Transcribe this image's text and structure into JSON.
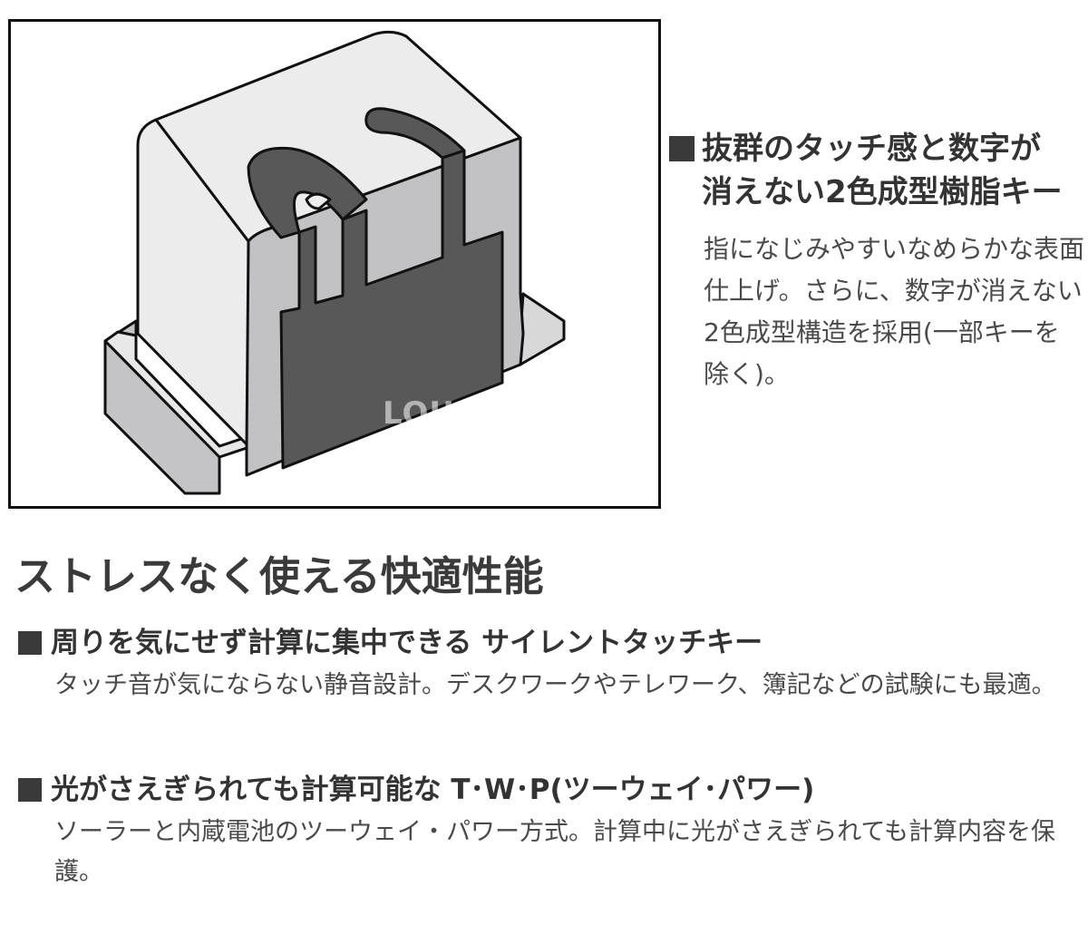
{
  "diagram": {
    "watermark": "LOUPE STUDIO",
    "colors": {
      "key_light": "#ececec",
      "key_side": "#c2c2c4",
      "key_dark": "#585858",
      "outline": "#111111"
    }
  },
  "feature_two_color": {
    "title": "抜群のタッチ感と数字が消えない2色成型樹脂キー",
    "body": "指になじみやすいなめらかな表面仕上げ。さらに、数字が消えない2色成型構造を採用(一部キーを除く)。"
  },
  "section": {
    "title": "ストレスなく使える快適性能"
  },
  "items": [
    {
      "title": "周りを気にせず計算に集中できる サイレントタッチキー",
      "body": "タッチ音が気にならない静音設計。デスクワークやテレワーク、簿記などの試験にも最適。"
    },
    {
      "title": "光がさえぎられても計算可能な T･W･P(ツーウェイ･パワー)",
      "body": "ソーラーと内蔵電池のツーウェイ・パワー方式。計算中に光がさえぎられても計算内容を保護。"
    }
  ]
}
